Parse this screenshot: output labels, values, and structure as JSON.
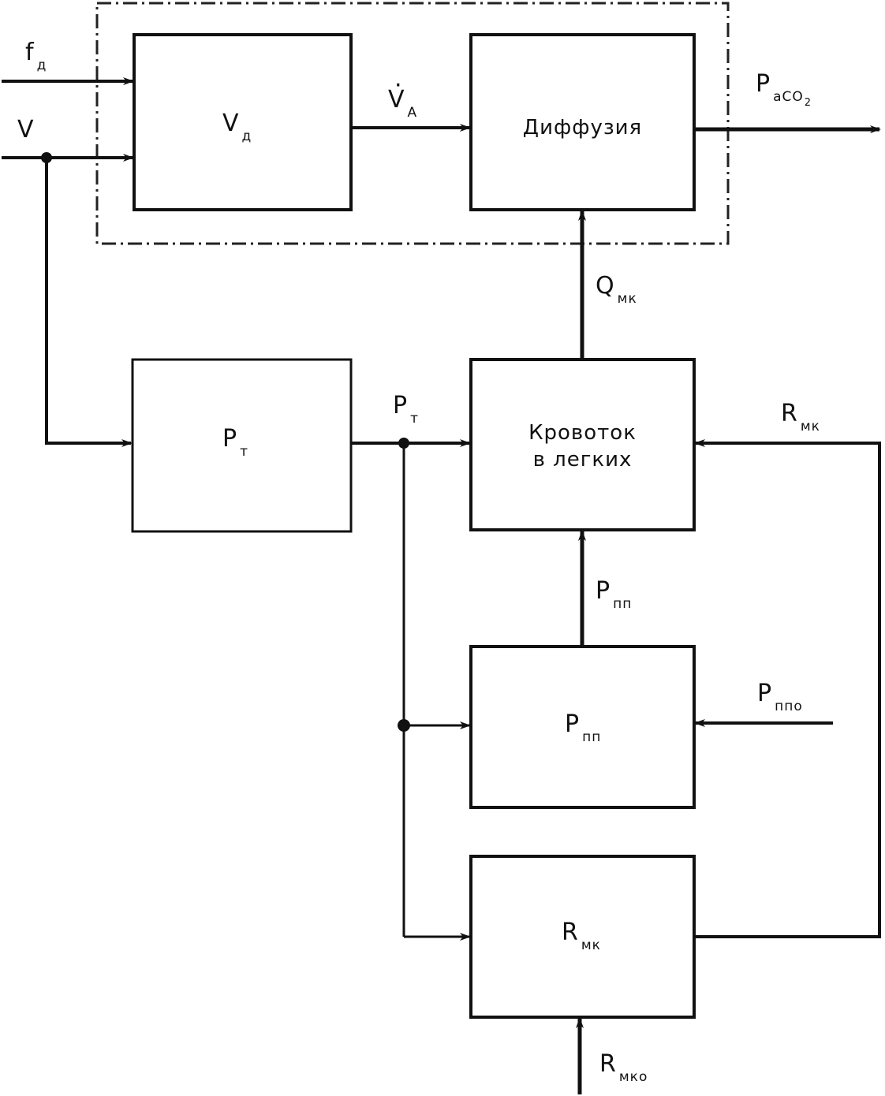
{
  "inputs": {
    "f": {
      "main": "f",
      "sub": "д"
    },
    "v": {
      "main": "V",
      "sub": ""
    },
    "p_ppo": {
      "main": "P",
      "sub": "ппо"
    },
    "r_mko": {
      "main": "R",
      "sub": "мко"
    }
  },
  "output": {
    "main": "P",
    "sub": "aCO",
    "sub2": "2"
  },
  "blocks": {
    "vd": {
      "main": "V",
      "sub": "д"
    },
    "diffusion": {
      "text": "Диффузия"
    },
    "pt": {
      "main": "P",
      "sub": "т"
    },
    "blood_flow": {
      "line1": "Кровоток",
      "line2": "в легких"
    },
    "ppp": {
      "main": "P",
      "sub": "пп"
    },
    "rmk": {
      "main": "R",
      "sub": "мк"
    }
  },
  "signals": {
    "va": {
      "main": "V",
      "sub": "A",
      "dot": "·"
    },
    "qmk": {
      "main": "Q",
      "sub": "мк"
    },
    "pt_out": {
      "main": "P",
      "sub": "т"
    },
    "ppp_out": {
      "main": "P",
      "sub": "пп"
    },
    "rmk_out": {
      "main": "R",
      "sub": "мк"
    }
  }
}
